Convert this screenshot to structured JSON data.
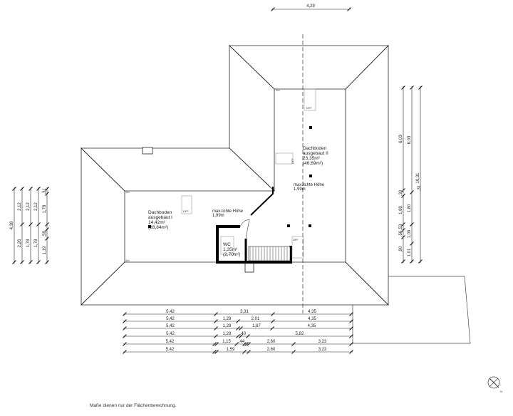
{
  "plan": {
    "rooms": [
      {
        "name": "Dachboden",
        "subtitle": "ausgebaut I",
        "area": "14,42m²",
        "area_gross": "(28,84m²)"
      },
      {
        "name": "Dachboden",
        "subtitle": "ausgebaut II",
        "area": "23,35m²",
        "area_gross": "(46,69m²)"
      },
      {
        "name": "WC",
        "area": "1,35m²",
        "area_gross": "(2,70m²)"
      }
    ],
    "max_height_left": {
      "label": "max.lichte Höhe",
      "value": "1,99m"
    },
    "max_height_right": {
      "label": "max.lichte Höhe",
      "value": "1,99m"
    },
    "skylight_label": "DFF",
    "eave_label": "1m"
  },
  "dimensions": {
    "top": "4,29",
    "bottom_rows": [
      [
        "5,42",
        "3,31",
        "4,35"
      ],
      [
        "5,42",
        "1,29",
        "2,01",
        "4,35"
      ],
      [
        "5,42",
        "1,29",
        "1,87",
        "4,35"
      ],
      [
        "5,42",
        "1,29",
        ",40",
        "5,82"
      ],
      [
        "5,42",
        "1,15",
        ",44",
        "2,60",
        "3,23"
      ],
      [
        "5,42",
        "1,59",
        "2,60",
        "3,23"
      ]
    ],
    "right_cols": [
      [
        "6,03",
        ",30",
        "1,80",
        ",53",
        ",56",
        ",90"
      ],
      [
        "6,03",
        "1,80",
        "1,09",
        "1,01"
      ],
      [
        "10,31"
      ],
      [
        ",31"
      ]
    ],
    "left_cols": [
      [
        "4,38"
      ],
      [
        "2,12",
        "2,26"
      ],
      [
        "2,12",
        "1,78"
      ],
      [
        "2,12",
        "1,78"
      ],
      [
        ",31",
        "1,78",
        ",58",
        "1,19"
      ]
    ]
  },
  "compass": {
    "north_label": "N"
  },
  "footer_note": "Maße dienen nur der Flächenberechnung."
}
